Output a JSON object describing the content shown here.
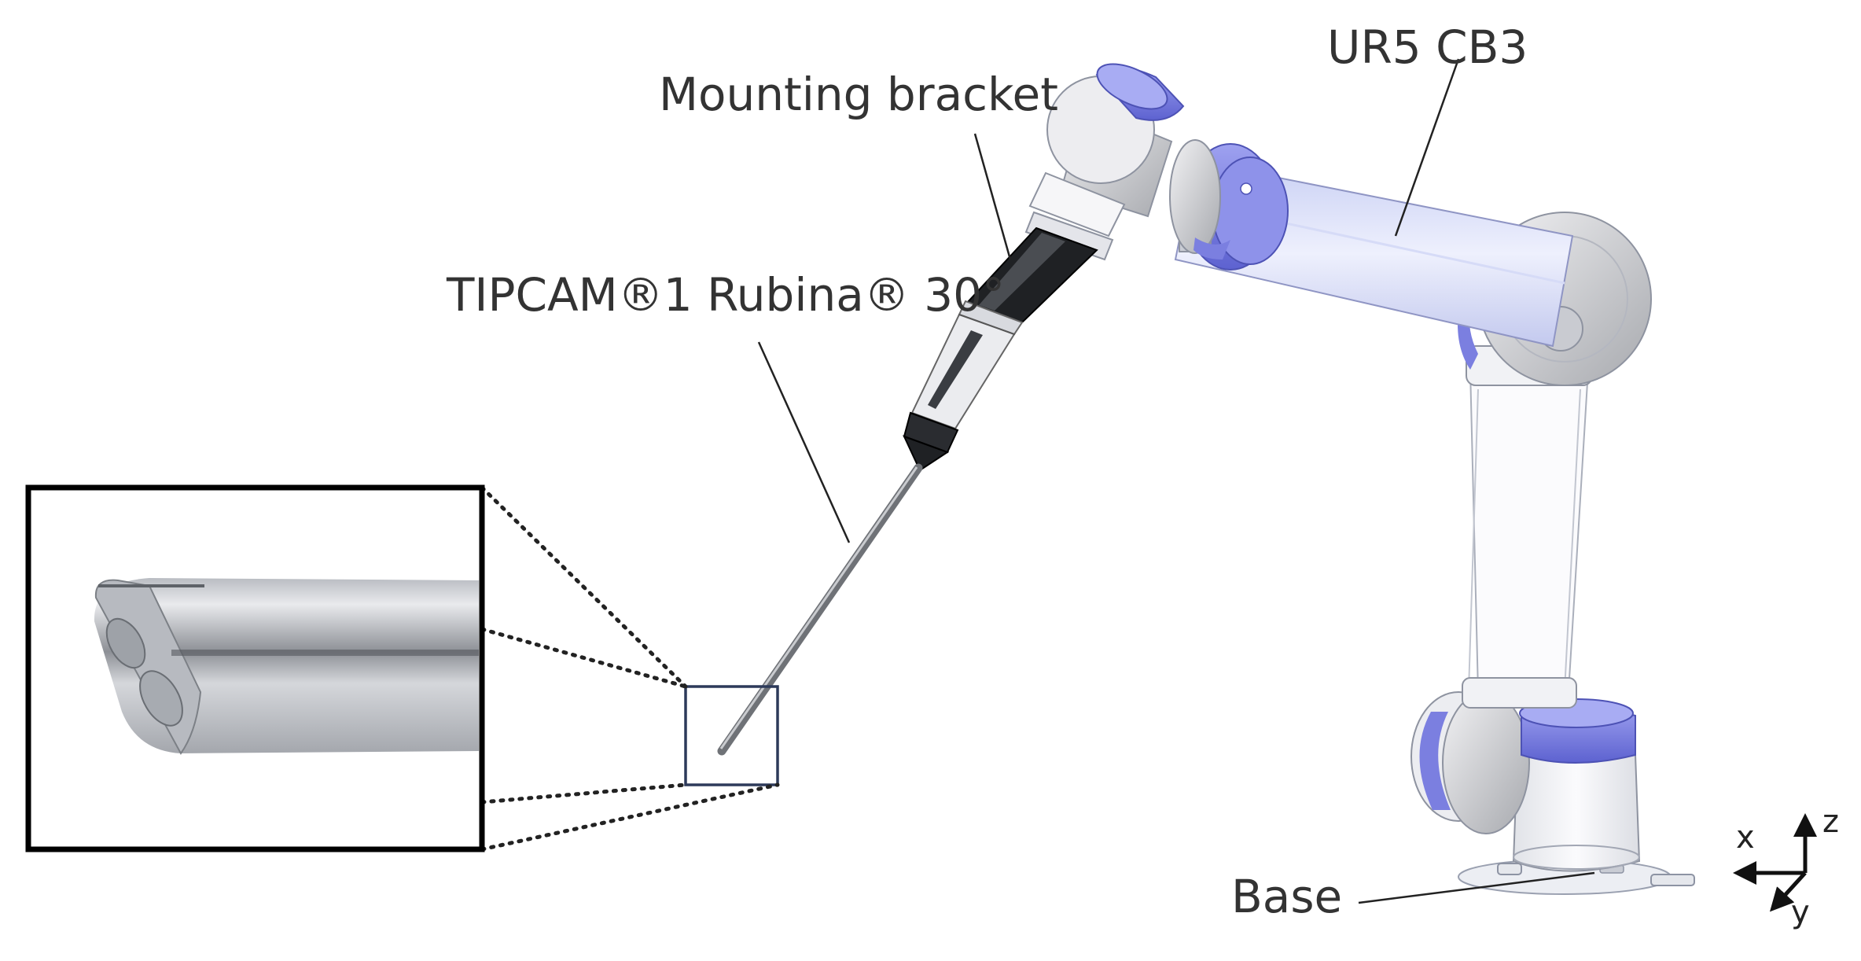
{
  "labels": {
    "robot": "UR5 CB3",
    "bracket": "Mounting bracket",
    "endoscope": "TIPCAM®1 Rubina® 30°",
    "base": "Base"
  },
  "axes": {
    "x": "x",
    "y": "y",
    "z": "z"
  },
  "colors": {
    "joint_accent": "#7b7fe0",
    "link_blue": "#dfe4fb",
    "link_white": "#f4f5f8",
    "shaft_gray": "#8a8d92",
    "bracket_black": "#1f2124",
    "leader_line": "#222222",
    "inset_frame": "#000000",
    "zoom_box": "#2d3a5a"
  }
}
